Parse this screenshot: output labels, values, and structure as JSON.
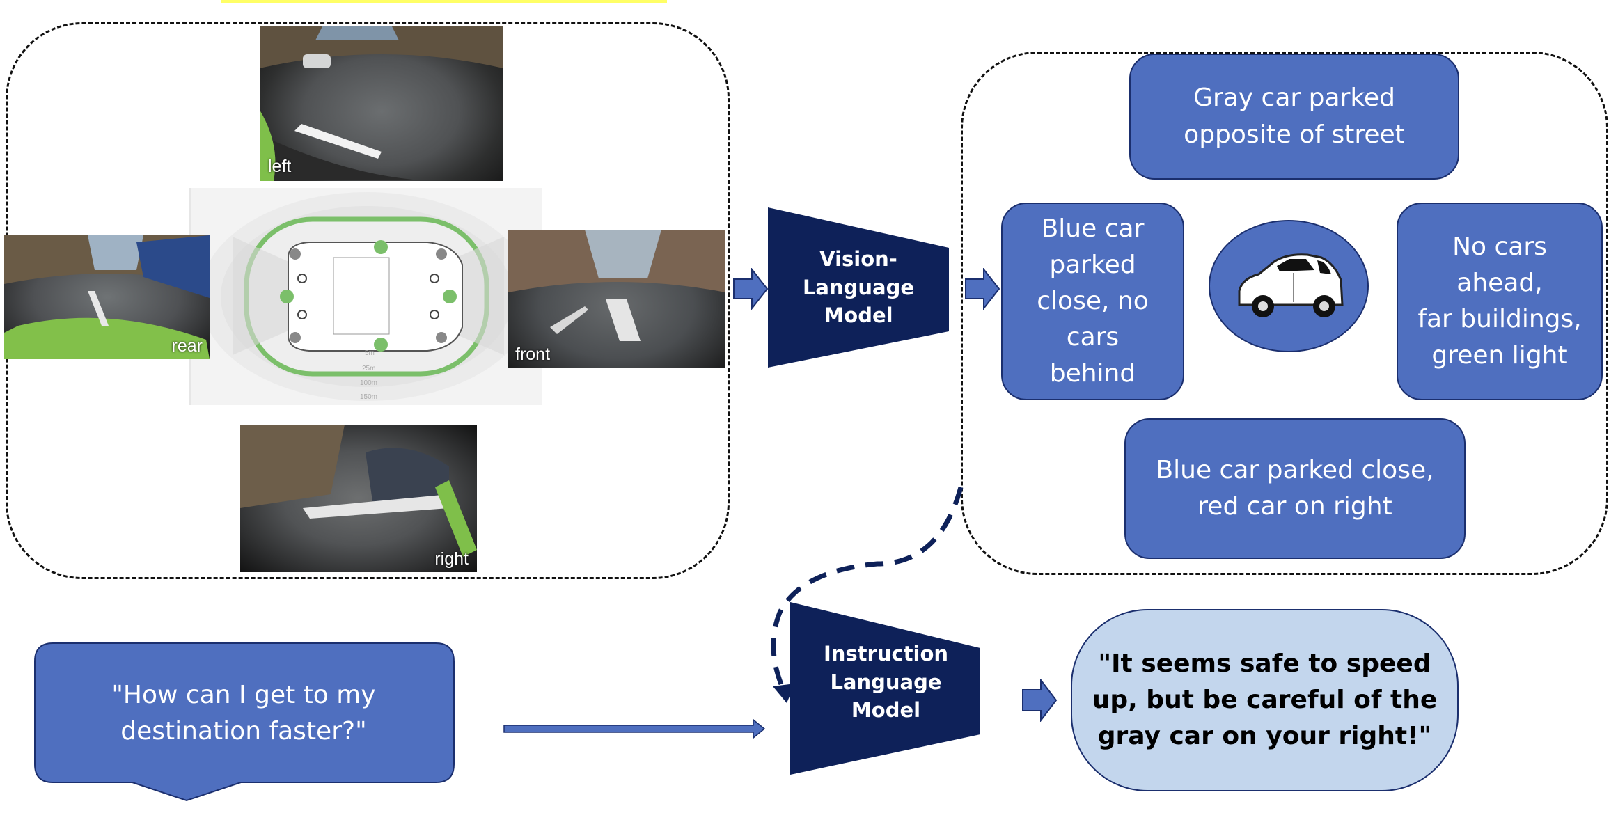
{
  "cameras": {
    "left": "left",
    "rear": "rear",
    "front": "front",
    "right": "right"
  },
  "ranges": [
    "5m",
    "25m",
    "100m",
    "150m"
  ],
  "models": {
    "vision_line1": "Vision-Language",
    "vision_line2": "Model",
    "instruction_line1": "Instruction",
    "instruction_line2": "Language Model"
  },
  "descriptions": {
    "top_line1": "Gray car parked",
    "top_line2": "opposite of street",
    "left_line1": "Blue car",
    "left_line2": "parked",
    "left_line3": "close, no",
    "left_line4": "cars",
    "left_line5": "behind",
    "right_line1": "No cars",
    "right_line2": "ahead,",
    "right_line3": "far buildings,",
    "right_line4": "green light",
    "bottom_line1": "Blue car parked close,",
    "bottom_line2": "red car on right"
  },
  "question": {
    "line1": "\"How can I get to my",
    "line2": "destination faster?\""
  },
  "answer": {
    "line1": "\"It seems safe to speed",
    "line2": "up, but be careful of the",
    "line3": "gray car on your right!\""
  },
  "colors": {
    "box_blue": "#4f6fbf",
    "navy": "#0e2159",
    "answer_fill": "#c3d6ed",
    "sensor_green": "#7bbf6a"
  }
}
